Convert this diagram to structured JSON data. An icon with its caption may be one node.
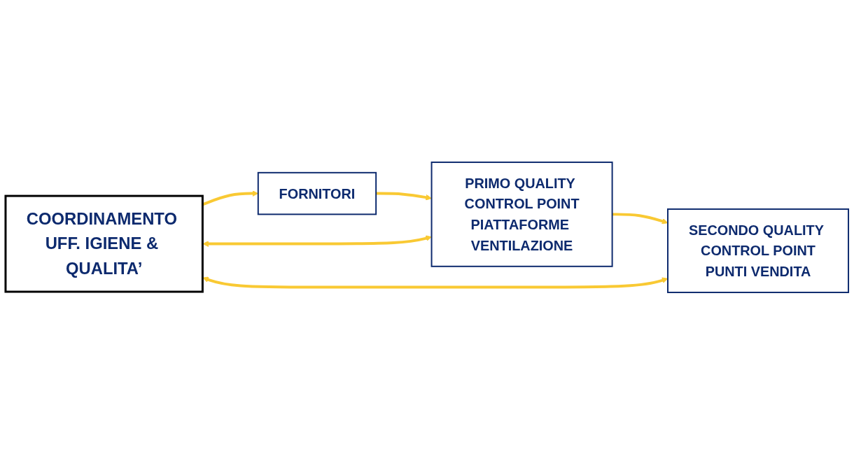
{
  "diagram": {
    "nodes": [
      {
        "text": [
          "FORNITORI"
        ]
      },
      {
        "text": [
          "PRIMO QUALITY CONTROL POINT",
          "PIATTAFORME VENTILAZIONE"
        ]
      },
      {
        "text": [
          "SECONDO QUALITY CONTROL POINT",
          "PUNTI VENDITA"
        ]
      },
      {
        "text": [
          "COORDINAMENTO UFF. IGIENE & QUALITA’"
        ]
      }
    ],
    "edges": [
      {
        "from": 0,
        "to": 1,
        "arrow": "to"
      },
      {
        "from": 1,
        "to": 2,
        "arrow": "to"
      },
      {
        "from": 3,
        "to": 0,
        "arrow": "to"
      },
      {
        "from": 3,
        "to": 1,
        "arrow": "both"
      },
      {
        "from": 3,
        "to": 2,
        "arrow": "both"
      }
    ]
  }
}
